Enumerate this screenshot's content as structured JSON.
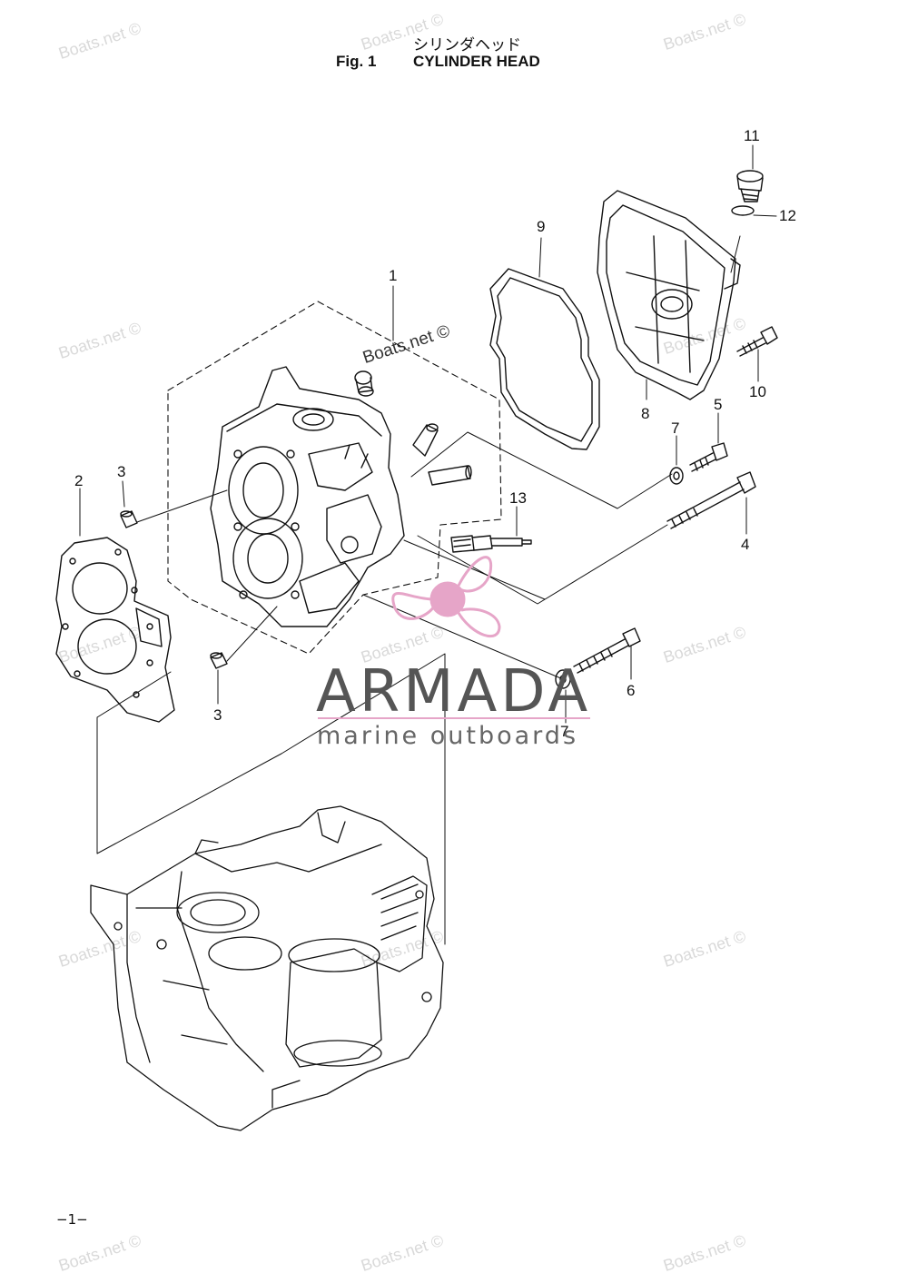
{
  "figure": {
    "title_jp": "シリンダヘッド",
    "fig_label": "Fig. 1",
    "title": "CYLINDER HEAD"
  },
  "callouts": [
    "1",
    "2",
    "3",
    "3",
    "4",
    "5",
    "6",
    "7",
    "7",
    "8",
    "9",
    "10",
    "11",
    "12",
    "13"
  ],
  "watermark": "Boats.net ©",
  "brand": {
    "name": "ARMADA",
    "tagline": "marine outboards",
    "logo_color": "#e6a5c8"
  },
  "page_number": "−1−"
}
